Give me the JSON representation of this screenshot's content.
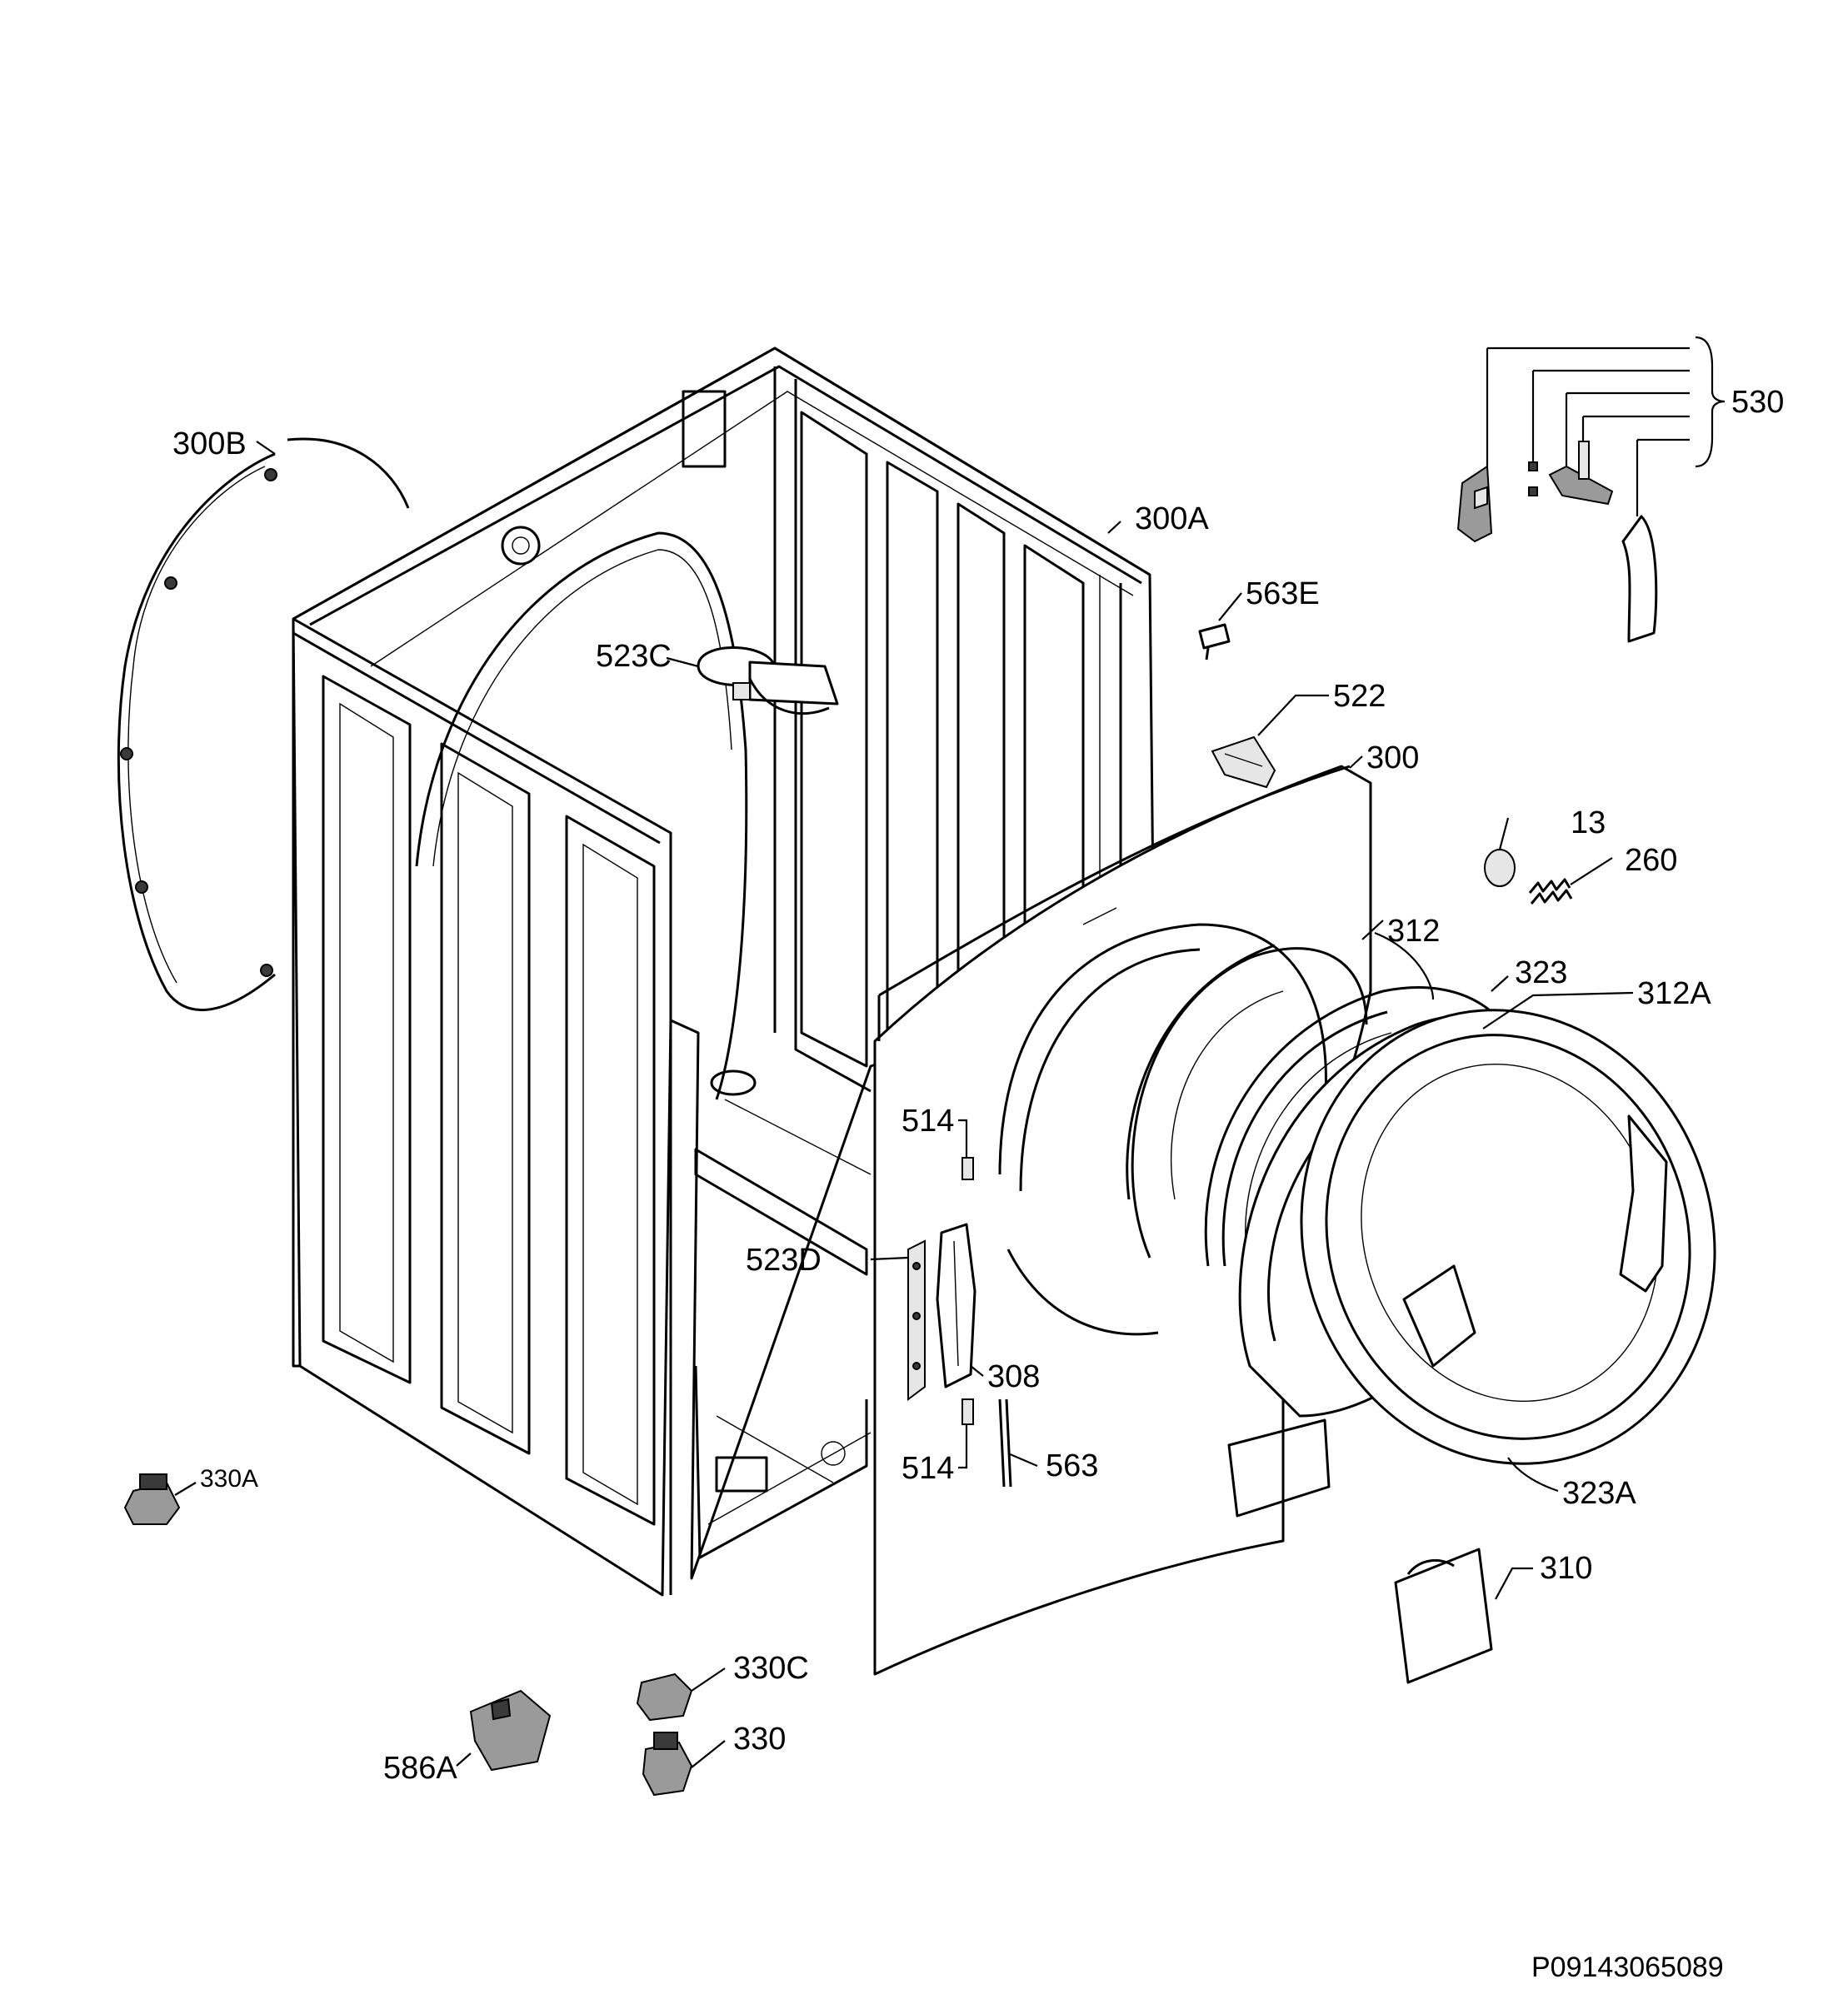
{
  "labels": {
    "l300B": "300B",
    "l300A": "300A",
    "l523C": "523C",
    "l563E": "563E",
    "l522": "522",
    "l300": "300",
    "l530": "530",
    "l13": "13",
    "l260": "260",
    "l312": "312",
    "l323": "323",
    "l312A": "312A",
    "l514a": "514",
    "l523D": "523D",
    "l308": "308",
    "l514b": "514",
    "l563": "563",
    "l323A": "323A",
    "l310": "310",
    "l330A": "330A",
    "l330C": "330C",
    "l330": "330",
    "l586A": "586A"
  },
  "drawing_code": "P09143065089"
}
